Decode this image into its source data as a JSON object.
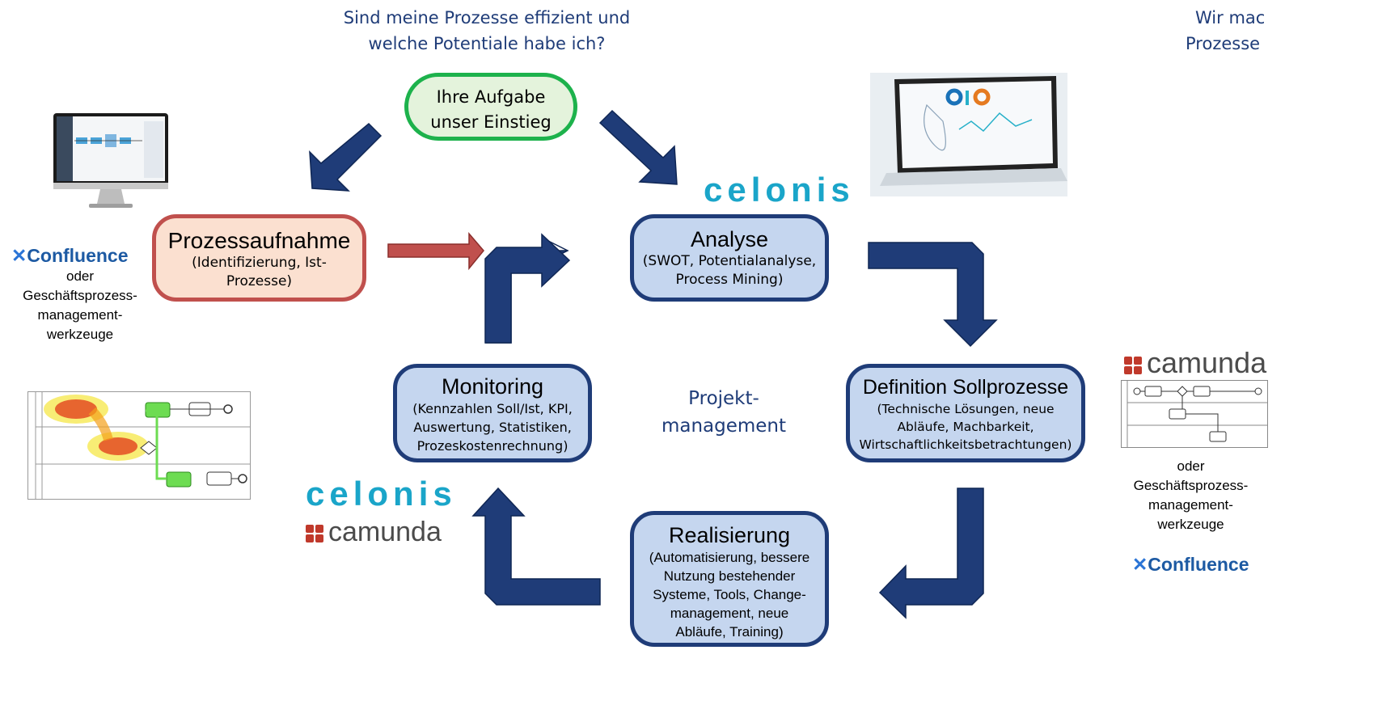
{
  "top_left_question": [
    "Sind meine Prozesse effizient und",
    "welche Potentiale habe ich?"
  ],
  "top_right_partial": [
    "Wir mac",
    "Prozesse"
  ],
  "start_box": {
    "line1": "Ihre Aufgabe",
    "line2": "unser Einstieg"
  },
  "nodes": {
    "prozessaufnahme": {
      "title": "Prozessaufnahme",
      "sub": [
        "(Identifizierung, Ist-",
        "Prozesse)"
      ]
    },
    "analyse": {
      "title": "Analyse",
      "sub": [
        "(SWOT, Potentialanalyse,",
        "Process Mining)"
      ]
    },
    "definition": {
      "title": "Definition Sollprozesse",
      "sub": [
        "(Technische Lösungen, neue",
        "Abläufe, Machbarkeit,",
        "Wirtschaftlichkeitsbetrachtungen)"
      ]
    },
    "realisierung": {
      "title": "Realisierung",
      "sub": [
        "(Automatisierung, bessere",
        "Nutzung bestehender",
        "Systeme, Tools, Change-",
        "management, neue",
        "Abläufe, Training)"
      ]
    },
    "monitoring": {
      "title": "Monitoring",
      "sub": [
        "(Kennzahlen Soll/Ist, KPI,",
        "Auswertung, Statistiken,",
        "Prozeskostenrechnung)"
      ]
    }
  },
  "center_label": [
    "Projekt-",
    "management"
  ],
  "left_tools": {
    "logo": "Confluence",
    "text": [
      "oder",
      "Geschäftsprozess-",
      "management-",
      "werkzeuge"
    ]
  },
  "right_tools": {
    "logo_top": "camunda",
    "text": [
      "oder",
      "Geschäftsprozess-",
      "management-",
      "werkzeuge"
    ],
    "logo_bottom": "Confluence"
  },
  "logos": {
    "celonis_top": "celonis",
    "celonis_bottom": "celonis",
    "camunda_bottom": "camunda"
  },
  "colors": {
    "arrow": "#1f3c78",
    "arrow_red": "#c0504d",
    "box_fill": "#c5d6ef",
    "title_text": "#1f3c78",
    "celonis": "#1aa5c9"
  }
}
